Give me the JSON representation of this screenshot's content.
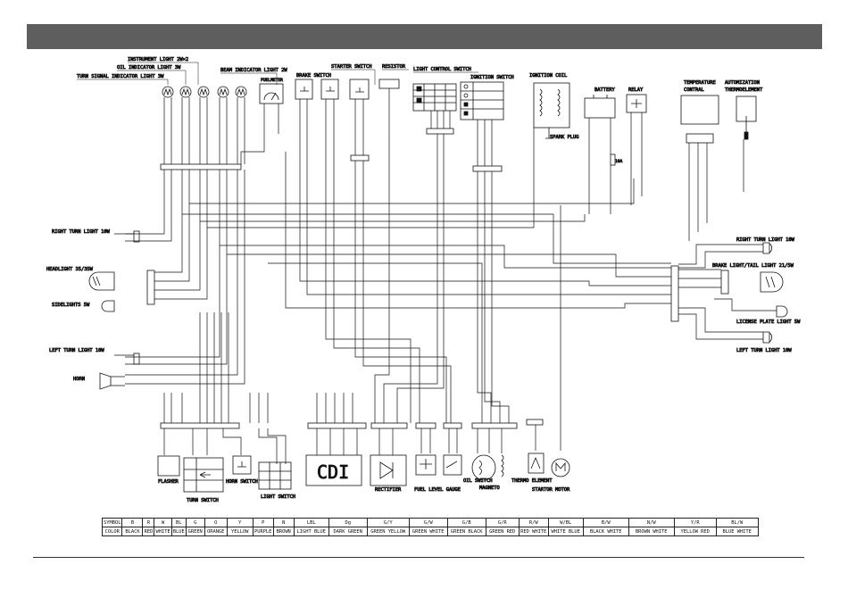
{
  "header": {
    "bar_color": "#5e5e5e"
  },
  "components": {
    "instrument_light": "INSTRUMENT LIGHT 2W×2",
    "oil_indicator": "OIL INDICATOR LIGHT 3W",
    "turn_indicator": "TURN SIGNAL INDICATOR LIGHT 3W",
    "beam_indicator": "BEAM INDICATOR LIGHT 2W",
    "fuel_meter": "FUELMETER",
    "brake_switch": "BRAKE SWITCH",
    "starter_switch": "STARTER SWITCH",
    "resistor": "RESISTOR",
    "light_control_switch": "LIGHT CONTROL SWITCH",
    "ignition_switch": "IGNITION SWITCH",
    "ignition_coil": "IGNITION COIL",
    "spark_plug": "SPARK PLUG",
    "battery": "BATTERY",
    "relay": "RELAY",
    "fuse": "10A",
    "temperature_control_1": "TEMPERATURE",
    "temperature_control_2": "CONTRAL",
    "automization_1": "AUTOMIZATION",
    "automization_2": "THERMOELEMENT",
    "right_turn_light_front": "RIGHT TURN LIGHT 10W",
    "headlight": "HEADLIGHT 35/35W",
    "sidelights": "SIDELIGHTS 5W",
    "left_turn_light_front": "LEFT TURN LIGHT 10W",
    "horn": "HORN",
    "right_turn_light_rear": "RIGHT TURN LIGHT 10W",
    "brake_tail_light": "BRAKE LIGHT/TAIL LIGHT 21/5W",
    "license_plate_light": "LICENSE PLATE LIGHT 5W",
    "left_turn_light_rear": "LEFT TURN LIGHT 10W",
    "flasher": "FLASHER",
    "turn_switch": "TURN SWITCH",
    "horn_switch": "HORN SWITCH",
    "light_switch": "LIGHT SWITCH",
    "cdi": "CDI",
    "rectifier": "RECTIFIER",
    "fuel_level_gauge": "FUEL LEVEL GAUGE",
    "oil_switch": "OIL SWITCH",
    "magneto": "MAGNETO",
    "thermo_element": "THERMO ELEMENT",
    "starter_motor": "STARTOR MOTOR"
  },
  "legend": {
    "symbol_header": "SYMBOL",
    "color_header": "COLOR",
    "symbols": [
      "B",
      "R",
      "W",
      "BL",
      "G",
      "O",
      "Y",
      "P",
      "N",
      "LBL",
      "Dg",
      "G/Y",
      "G/W",
      "G/B",
      "G/R",
      "R/W",
      "W/BL",
      "B/W",
      "N/W",
      "Y/R",
      "BL/W"
    ],
    "colors": [
      "BLACK",
      "RED",
      "WHITE",
      "BLUE",
      "GREEN",
      "ORANGE",
      "YELLOW",
      "PURPLE",
      "BROWN",
      "LIGHT BLUE",
      "DARK GREEN",
      "GREEN YELLOW",
      "GREEN WHITE",
      "GREEN BLACK",
      "GREEN RED",
      "RED WHITE",
      "WHITE BLUE",
      "BLACK WHITE",
      "BROWN WHITE",
      "YELLOW RED",
      "BLUE WHITE"
    ]
  }
}
